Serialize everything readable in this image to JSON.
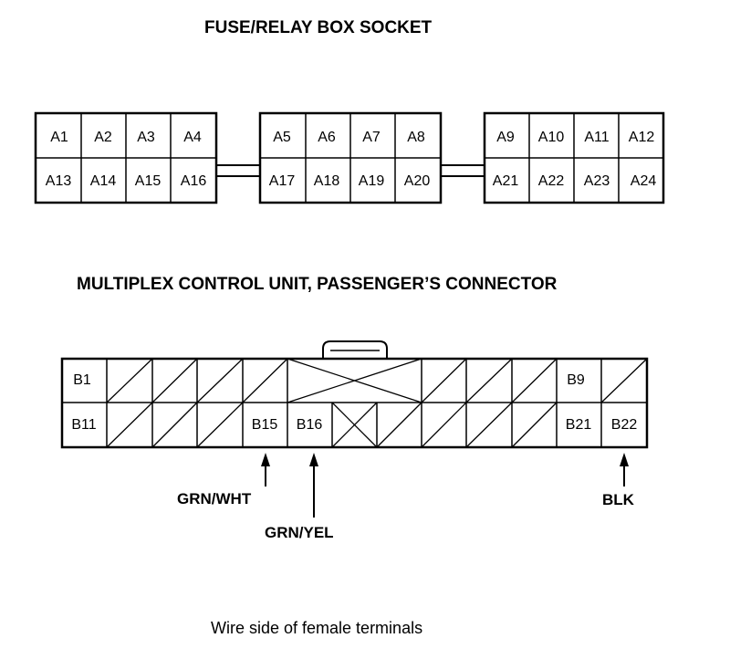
{
  "titles": {
    "fuse_box": "FUSE/RELAY BOX SOCKET",
    "mcu": "MULTIPLEX CONTROL UNIT, PASSENGER’S CONNECTOR"
  },
  "fuse_box": {
    "blocks": [
      {
        "top": [
          "A1",
          "A2",
          "A3",
          "A4"
        ],
        "bottom": [
          "A13",
          "A14",
          "A15",
          "A16"
        ]
      },
      {
        "top": [
          "A5",
          "A6",
          "A7",
          "A8"
        ],
        "bottom": [
          "A17",
          "A18",
          "A19",
          "A20"
        ]
      },
      {
        "top": [
          "A9",
          "A10",
          "A11",
          "A12"
        ],
        "bottom": [
          "A21",
          "A22",
          "A23",
          "A24"
        ]
      }
    ]
  },
  "mcu_connector": {
    "labels": [
      "B1",
      "B9",
      "B11",
      "B15",
      "B16",
      "B21",
      "B22"
    ]
  },
  "wires": {
    "b15": "GRN/WHT",
    "b16": "GRN/YEL",
    "b22": "BLK"
  },
  "footer": "Wire side of female terminals"
}
